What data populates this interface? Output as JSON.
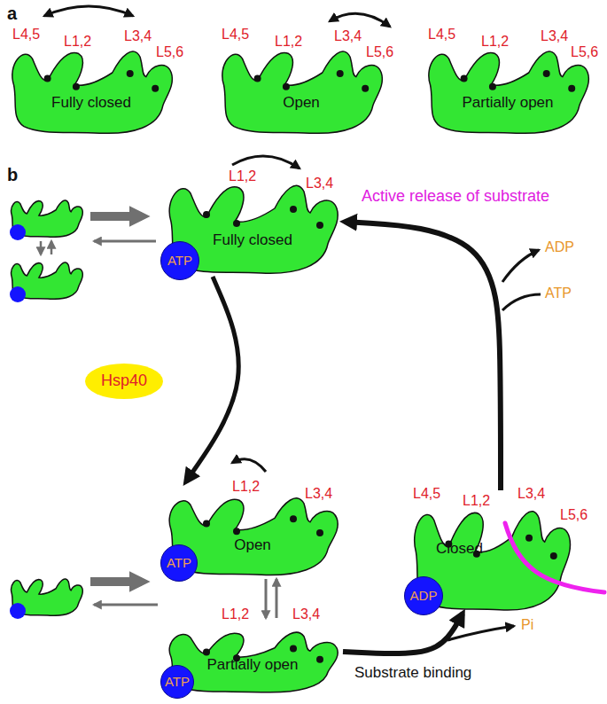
{
  "diagram": {
    "nodes": [
      {
        "text": [
          "Fully closed"
        ]
      },
      {
        "text": [
          "Open"
        ]
      },
      {
        "text": [
          "Partially open"
        ]
      },
      {
        "text": [
          "Fully closed"
        ]
      },
      {
        "text": [
          "ATP"
        ],
        "in": 3
      },
      {
        "text": [
          "Hsp40"
        ]
      },
      {
        "text": [
          "Open"
        ]
      },
      {
        "text": [
          "ATP"
        ],
        "in": 6
      },
      {
        "text": [
          "Partially open"
        ]
      },
      {
        "text": [
          "ATP"
        ],
        "in": 8
      },
      {
        "text": [
          "Closed"
        ]
      },
      {
        "text": [
          "ADP"
        ],
        "in": 10
      }
    ],
    "edges": [
      {
        "from": 3,
        "to": 6,
        "arrow": "to"
      },
      {
        "from": 6,
        "to": 8,
        "arrow": "to"
      },
      {
        "from": 8,
        "to": 6,
        "arrow": "to"
      },
      {
        "from": 8,
        "to": 10,
        "arrow": "to"
      },
      {
        "from": 10,
        "to": 3,
        "arrow": "to"
      }
    ],
    "labels": [
      "a",
      "L4,5",
      "L1,2",
      "L3,4",
      "L5,6",
      "L4,5",
      "L1,2",
      "L3,4",
      "L5,6",
      "L4,5",
      "L1,2",
      "L3,4",
      "L5,6",
      "b",
      "L1,2",
      "L3,4",
      "Active release of substrate",
      "ADP",
      "ATP",
      "L1,2",
      "L3,4",
      "L1,2",
      "L3,4",
      "L4,5",
      "L1,2",
      "L3,4",
      "L5,6",
      "Pi",
      "Substrate binding"
    ]
  }
}
